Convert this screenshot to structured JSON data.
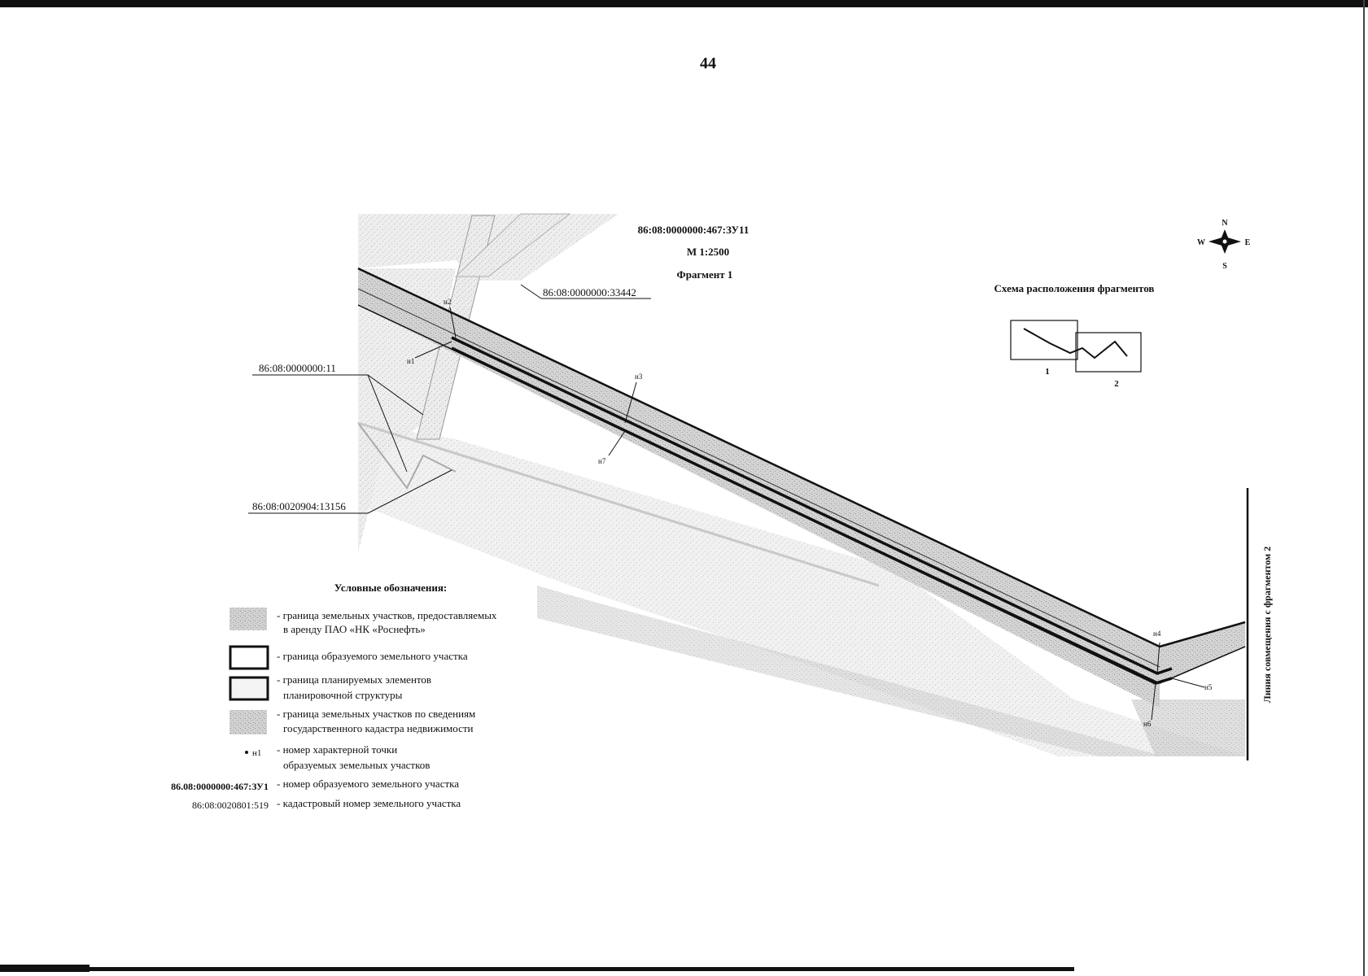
{
  "page_number": "44",
  "map_title": {
    "plot_id": "86:08:0000000:467:ЗУ11",
    "scale": "М 1:2500",
    "fragment": "Фрагмент 1"
  },
  "compass": {
    "north": "N",
    "south": "S",
    "west": "W",
    "east": "E"
  },
  "scheme": {
    "title": "Схема расположения фрагментов",
    "fragment_labels": [
      "1",
      "2"
    ]
  },
  "cadastral_labels": {
    "parcel_33442": "86:08:0000000:33442",
    "parcel_11": "86:08:0000000:11",
    "parcel_13156": "86:08:0020904:13156"
  },
  "points": [
    "н1",
    "н2",
    "н3",
    "н4",
    "н5",
    "н6",
    "н7"
  ],
  "junction_label": "Линия совмещения с фрагментом 2",
  "legend": {
    "title": "Условные обозначения:",
    "items": [
      {
        "line1": "- граница земельных участков, предоставляемых",
        "line2": "в аренду ПАО «НК «Роснефть»"
      },
      {
        "line1": "- граница образуемого земельного участка",
        "line2": ""
      },
      {
        "line1": "- граница планируемых элементов",
        "line2": "планировочной структуры"
      },
      {
        "line1": "- граница земельных участков по сведениям",
        "line2": "государственного кадастра недвижимости"
      }
    ],
    "point_sample": "н1",
    "point_text_1": "- номер характерной точки",
    "point_text_2": "образуемых земельных участков",
    "id_sample": "86.08:0000000:467:ЗУ1",
    "id_text": "- номер образуемого земельного участка",
    "cad_sample": "86:08:0020801:519",
    "cad_text": "- кадастровый номер земельного участка"
  },
  "colors": {
    "ink": "#111111",
    "hatch": "#b9b9b9",
    "hatch_dark": "#9a9a9a"
  }
}
